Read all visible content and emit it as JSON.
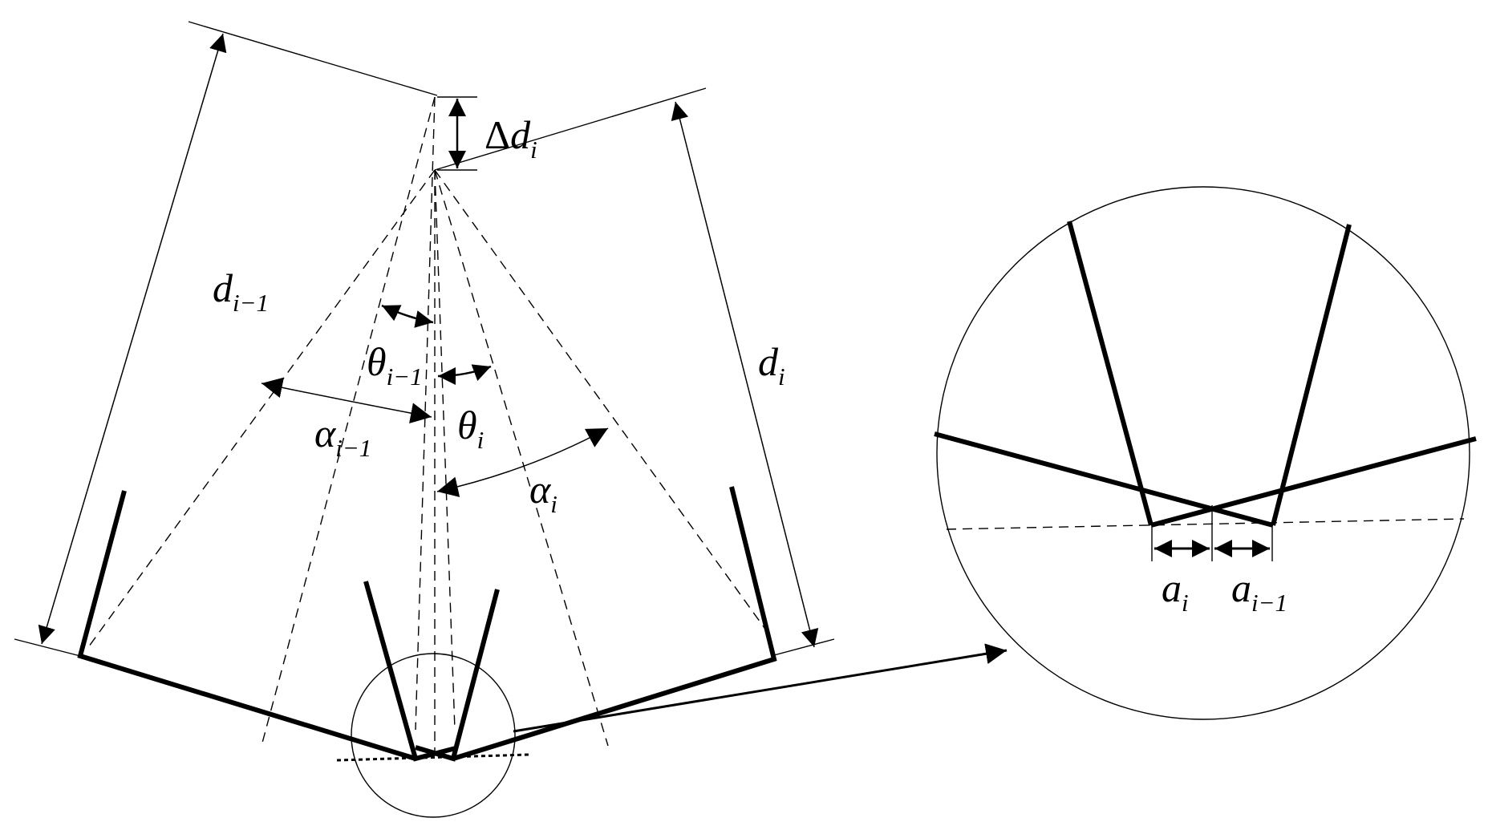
{
  "labels": {
    "d_prev": {
      "main": "d",
      "sub": "i−1"
    },
    "delta_d": {
      "delta": "Δ",
      "main": "d",
      "sub": "i"
    },
    "d_cur": {
      "main": "d",
      "sub": "i"
    },
    "theta_prev": {
      "main": "θ",
      "sub": "i−1"
    },
    "theta_cur": {
      "main": "θ",
      "sub": "i"
    },
    "alpha_prev": {
      "main": "α",
      "sub": "i−1"
    },
    "alpha_cur": {
      "main": "α",
      "sub": "i"
    },
    "a_cur": {
      "main": "a",
      "sub": "i"
    },
    "a_prev": {
      "main": "a",
      "sub": "i−1"
    }
  }
}
